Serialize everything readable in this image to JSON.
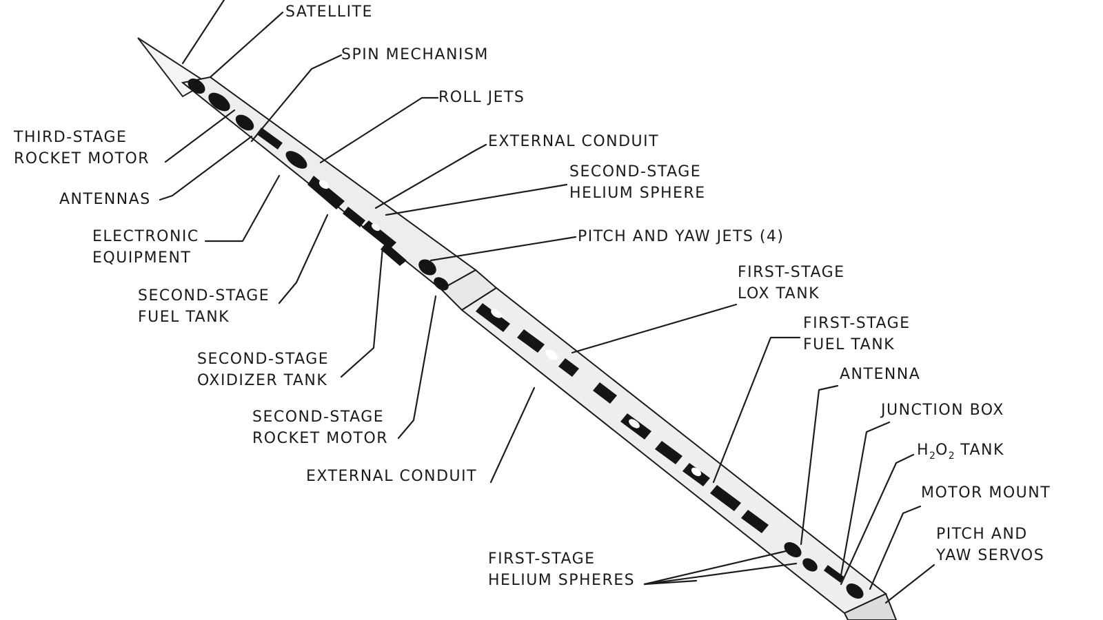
{
  "labels": {
    "satellite": "SATELLITE",
    "spin_mechanism": "SPIN MECHANISM",
    "roll_jets": "ROLL JETS",
    "external_conduit_upper": "EXTERNAL CONDUIT",
    "second_stage_helium_sphere": [
      "SECOND-STAGE",
      "HELIUM SPHERE"
    ],
    "pitch_and_yaw_jets": "PITCH AND YAW JETS (4)",
    "third_stage_rocket_motor": [
      "THIRD-STAGE",
      "ROCKET MOTOR"
    ],
    "antennas": "ANTENNAS",
    "electronic_equipment": [
      "ELECTRONIC",
      "EQUIPMENT"
    ],
    "second_stage_fuel_tank": [
      "SECOND-STAGE",
      "FUEL TANK"
    ],
    "second_stage_oxidizer_tank": [
      "SECOND-STAGE",
      "OXIDIZER TANK"
    ],
    "second_stage_rocket_motor": [
      "SECOND-STAGE",
      "ROCKET MOTOR"
    ],
    "external_conduit_lower": "EXTERNAL CONDUIT",
    "first_stage_lox_tank": [
      "FIRST-STAGE",
      "LOX TANK"
    ],
    "first_stage_fuel_tank": [
      "FIRST-STAGE",
      "FUEL TANK"
    ],
    "antenna": "ANTENNA",
    "junction_box": "JUNCTION BOX",
    "h2o2_tank": {
      "h": "H",
      "sub1": "2",
      "o": "O",
      "sub2": "2",
      "rest": " TANK"
    },
    "motor_mount": "MOTOR MOUNT",
    "pitch_and_yaw_servos": [
      "PITCH AND",
      "YAW SERVOS"
    ],
    "first_stage_helium_spheres": [
      "FIRST-STAGE",
      "HELIUM SPHERES"
    ]
  },
  "colors": {
    "ink": "#1a1a1a",
    "background": "#ffffff",
    "rocket_body": "#f2f2f2",
    "rocket_shadow": "#111111"
  }
}
